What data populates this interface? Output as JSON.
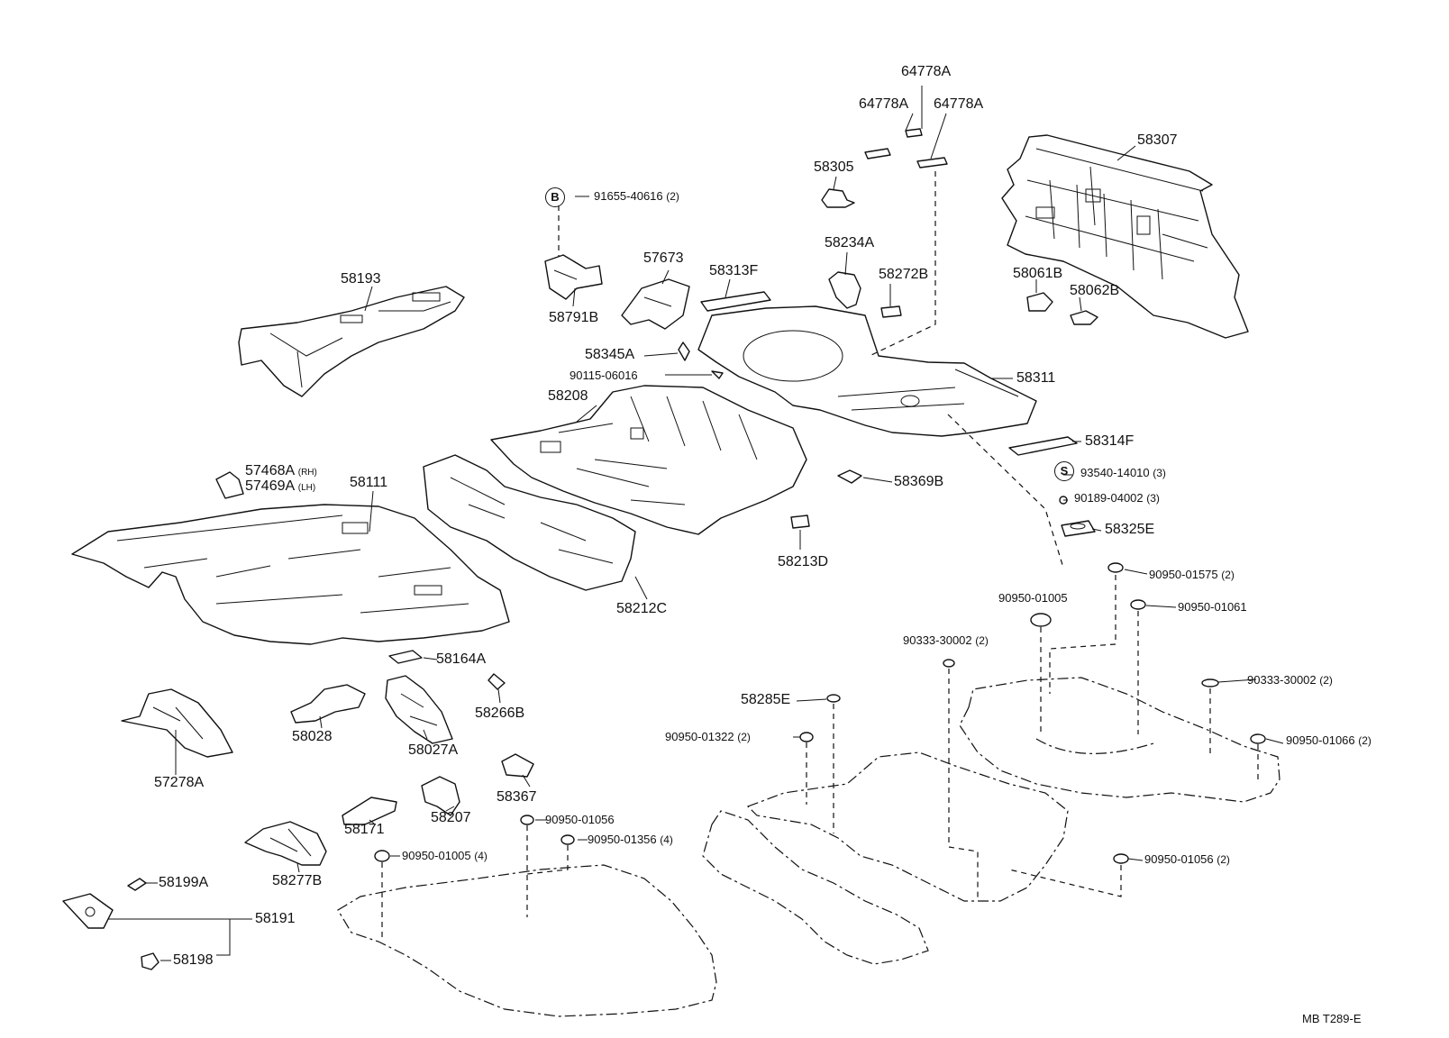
{
  "labels": {
    "p64778A_top": "64778A",
    "p64778A_left": "64778A",
    "p64778A_right": "64778A",
    "p58307": "58307",
    "p58305": "58305",
    "p91655": "91655-40616",
    "p91655_q": "(2)",
    "p58193": "58193",
    "p57673": "57673",
    "p58234A": "58234A",
    "p58313F": "58313F",
    "p58272B": "58272B",
    "p58061B": "58061B",
    "p58062B": "58062B",
    "p58791B": "58791B",
    "p58345A": "58345A",
    "p90115": "90115-06016",
    "p58311": "58311",
    "p58208": "58208",
    "p58314F": "58314F",
    "p93540": "93540-14010",
    "p93540_q": "(3)",
    "p90189": "90189-04002",
    "p90189_q": "(3)",
    "p58325E": "58325E",
    "p57468A": "57468A",
    "p57468A_side": "(RH)",
    "p57469A": "57469A",
    "p57469A_side": "(LH)",
    "p58111": "58111",
    "p58369B": "58369B",
    "p58213D": "58213D",
    "p58212C": "58212C",
    "p90950_01575": "90950-01575",
    "p90950_01575_q": "(2)",
    "p90950_01005": "90950-01005",
    "p90950_01061": "90950-01061",
    "p90333_left": "90333-30002",
    "p90333_left_q": "(2)",
    "p90333_right": "90333-30002",
    "p90333_right_q": "(2)",
    "p58164A": "58164A",
    "p58266B": "58266B",
    "p58028": "58028",
    "p58027A": "58027A",
    "p57278A": "57278A",
    "p58285E": "58285E",
    "p90950_01322": "90950-01322",
    "p90950_01322_q": "(2)",
    "p90950_01066": "90950-01066",
    "p90950_01066_q": "(2)",
    "p58367": "58367",
    "p58207": "58207",
    "p58171": "58171",
    "p90950_01056a": "90950-01056",
    "p90950_01356": "90950-01356",
    "p90950_01356_q": "(4)",
    "p90950_01005b": "90950-01005",
    "p90950_01005b_q": "(4)",
    "p58277B": "58277B",
    "p58199A": "58199A",
    "p58191": "58191",
    "p58198": "58198",
    "p90950_01056b": "90950-01056",
    "p90950_01056b_q": "(2)",
    "ref_B": "B",
    "ref_S": "S",
    "drawing_code": "MB  T289-E"
  }
}
